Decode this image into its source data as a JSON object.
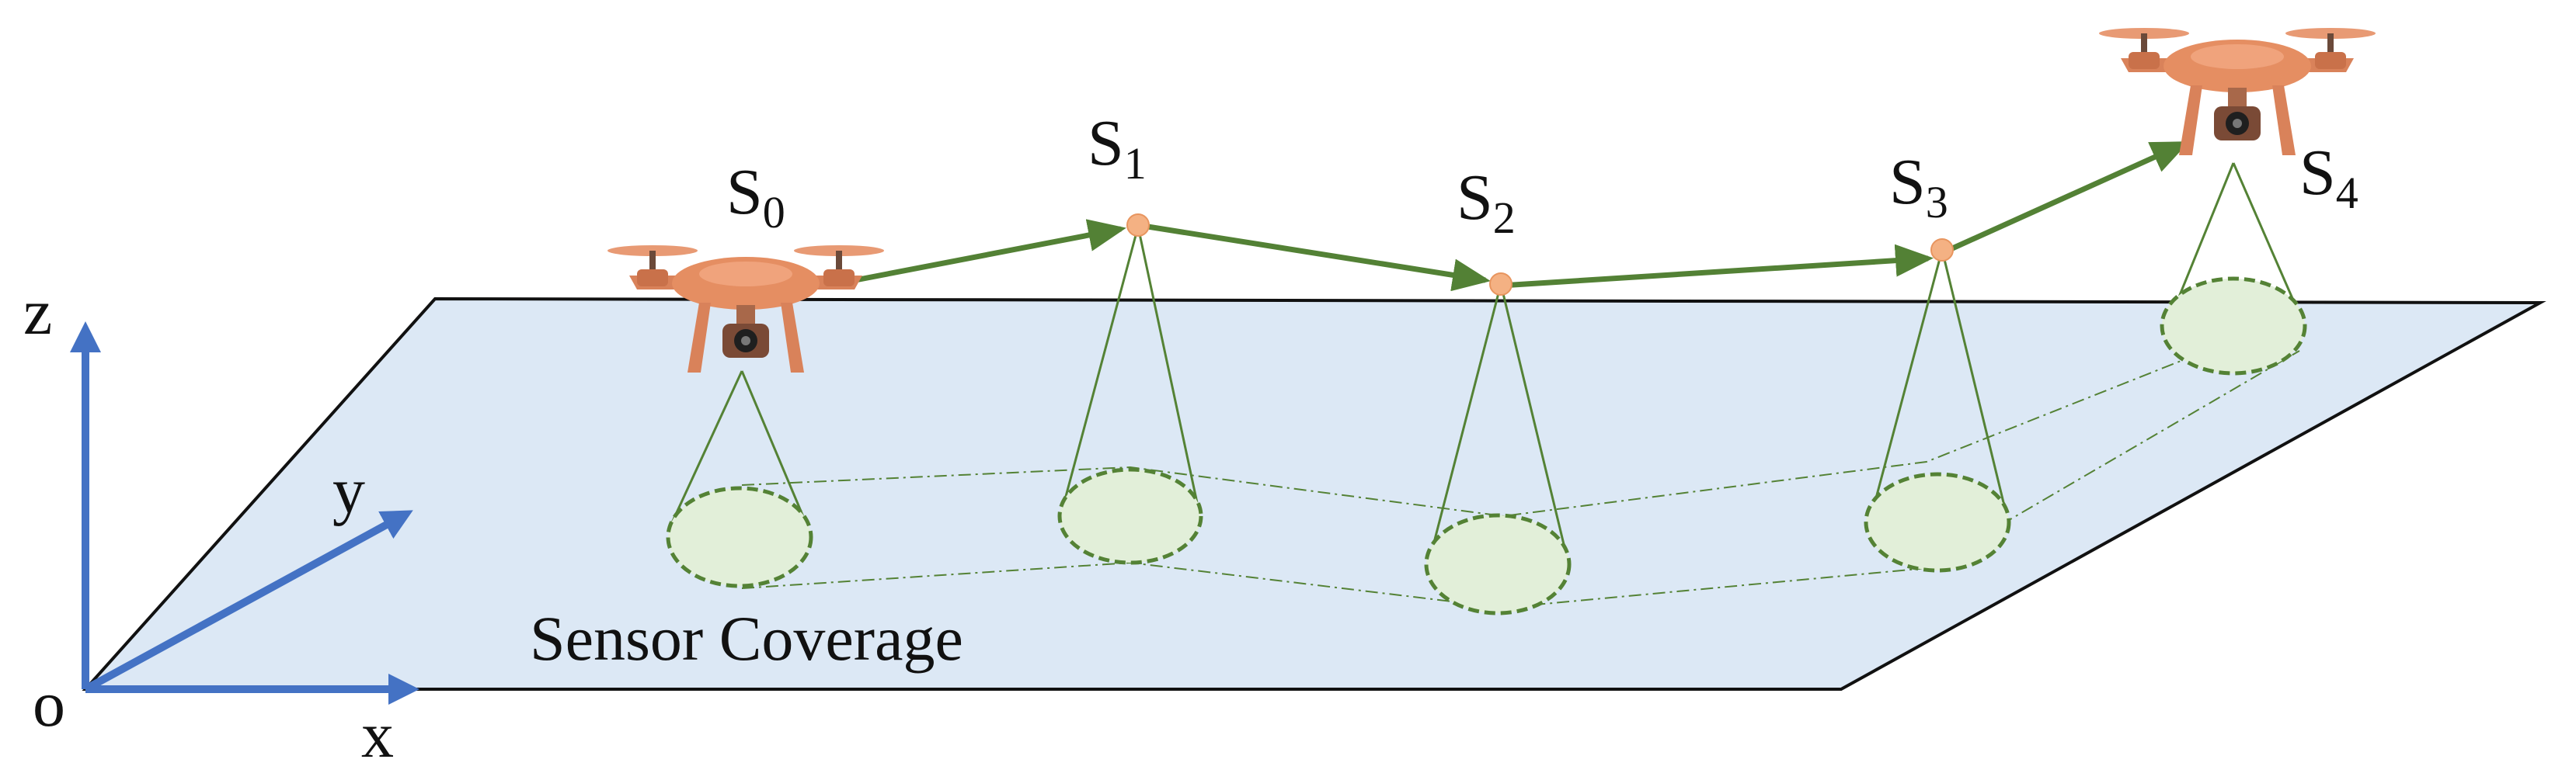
{
  "axes": {
    "origin_label": "o",
    "x_label": "x",
    "y_label": "y",
    "z_label": "z"
  },
  "area_label": "Sensor Coverage",
  "waypoints": [
    {
      "letter": "S",
      "index": "0"
    },
    {
      "letter": "S",
      "index": "1"
    },
    {
      "letter": "S",
      "index": "2"
    },
    {
      "letter": "S",
      "index": "3"
    },
    {
      "letter": "S",
      "index": "4"
    }
  ],
  "colors": {
    "axis": "#4472c4",
    "plane_fill": "#dce8f5",
    "plane_edge": "#111111",
    "path": "#538135",
    "coverage_fill": "#e2efd9",
    "coverage_edge": "#548235",
    "waypoint": "#f4b183",
    "drone": "#e58e62"
  },
  "icons": [
    "drone-icon",
    "drone-icon"
  ]
}
